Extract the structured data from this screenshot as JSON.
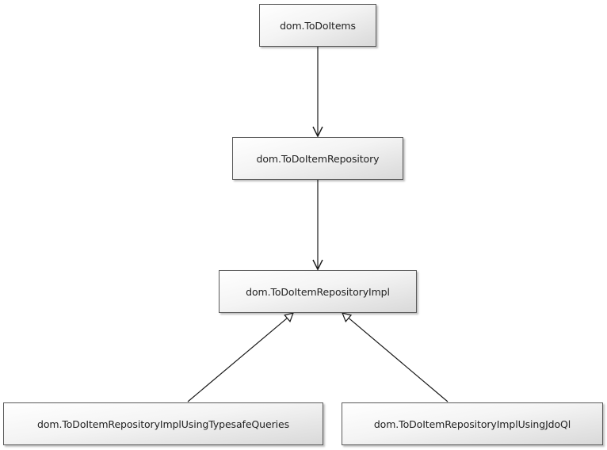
{
  "diagram": {
    "nodes": [
      {
        "id": "todoitems",
        "label": "dom.ToDoItems"
      },
      {
        "id": "repository",
        "label": "dom.ToDoItemRepository"
      },
      {
        "id": "repository_impl",
        "label": "dom.ToDoItemRepositoryImpl"
      },
      {
        "id": "impl_typesafe",
        "label": "dom.ToDoItemRepositoryImplUsingTypesafeQueries"
      },
      {
        "id": "impl_jdoql",
        "label": "dom.ToDoItemRepositoryImplUsingJdoQl"
      }
    ],
    "edges": [
      {
        "from": "todoitems",
        "to": "repository",
        "kind": "dependency"
      },
      {
        "from": "repository",
        "to": "repository_impl",
        "kind": "dependency"
      },
      {
        "from": "impl_typesafe",
        "to": "repository_impl",
        "kind": "generalization"
      },
      {
        "from": "impl_jdoql",
        "to": "repository_impl",
        "kind": "generalization"
      }
    ],
    "colors": {
      "line": "#1a1a1a",
      "border": "#5a5a5a"
    }
  }
}
